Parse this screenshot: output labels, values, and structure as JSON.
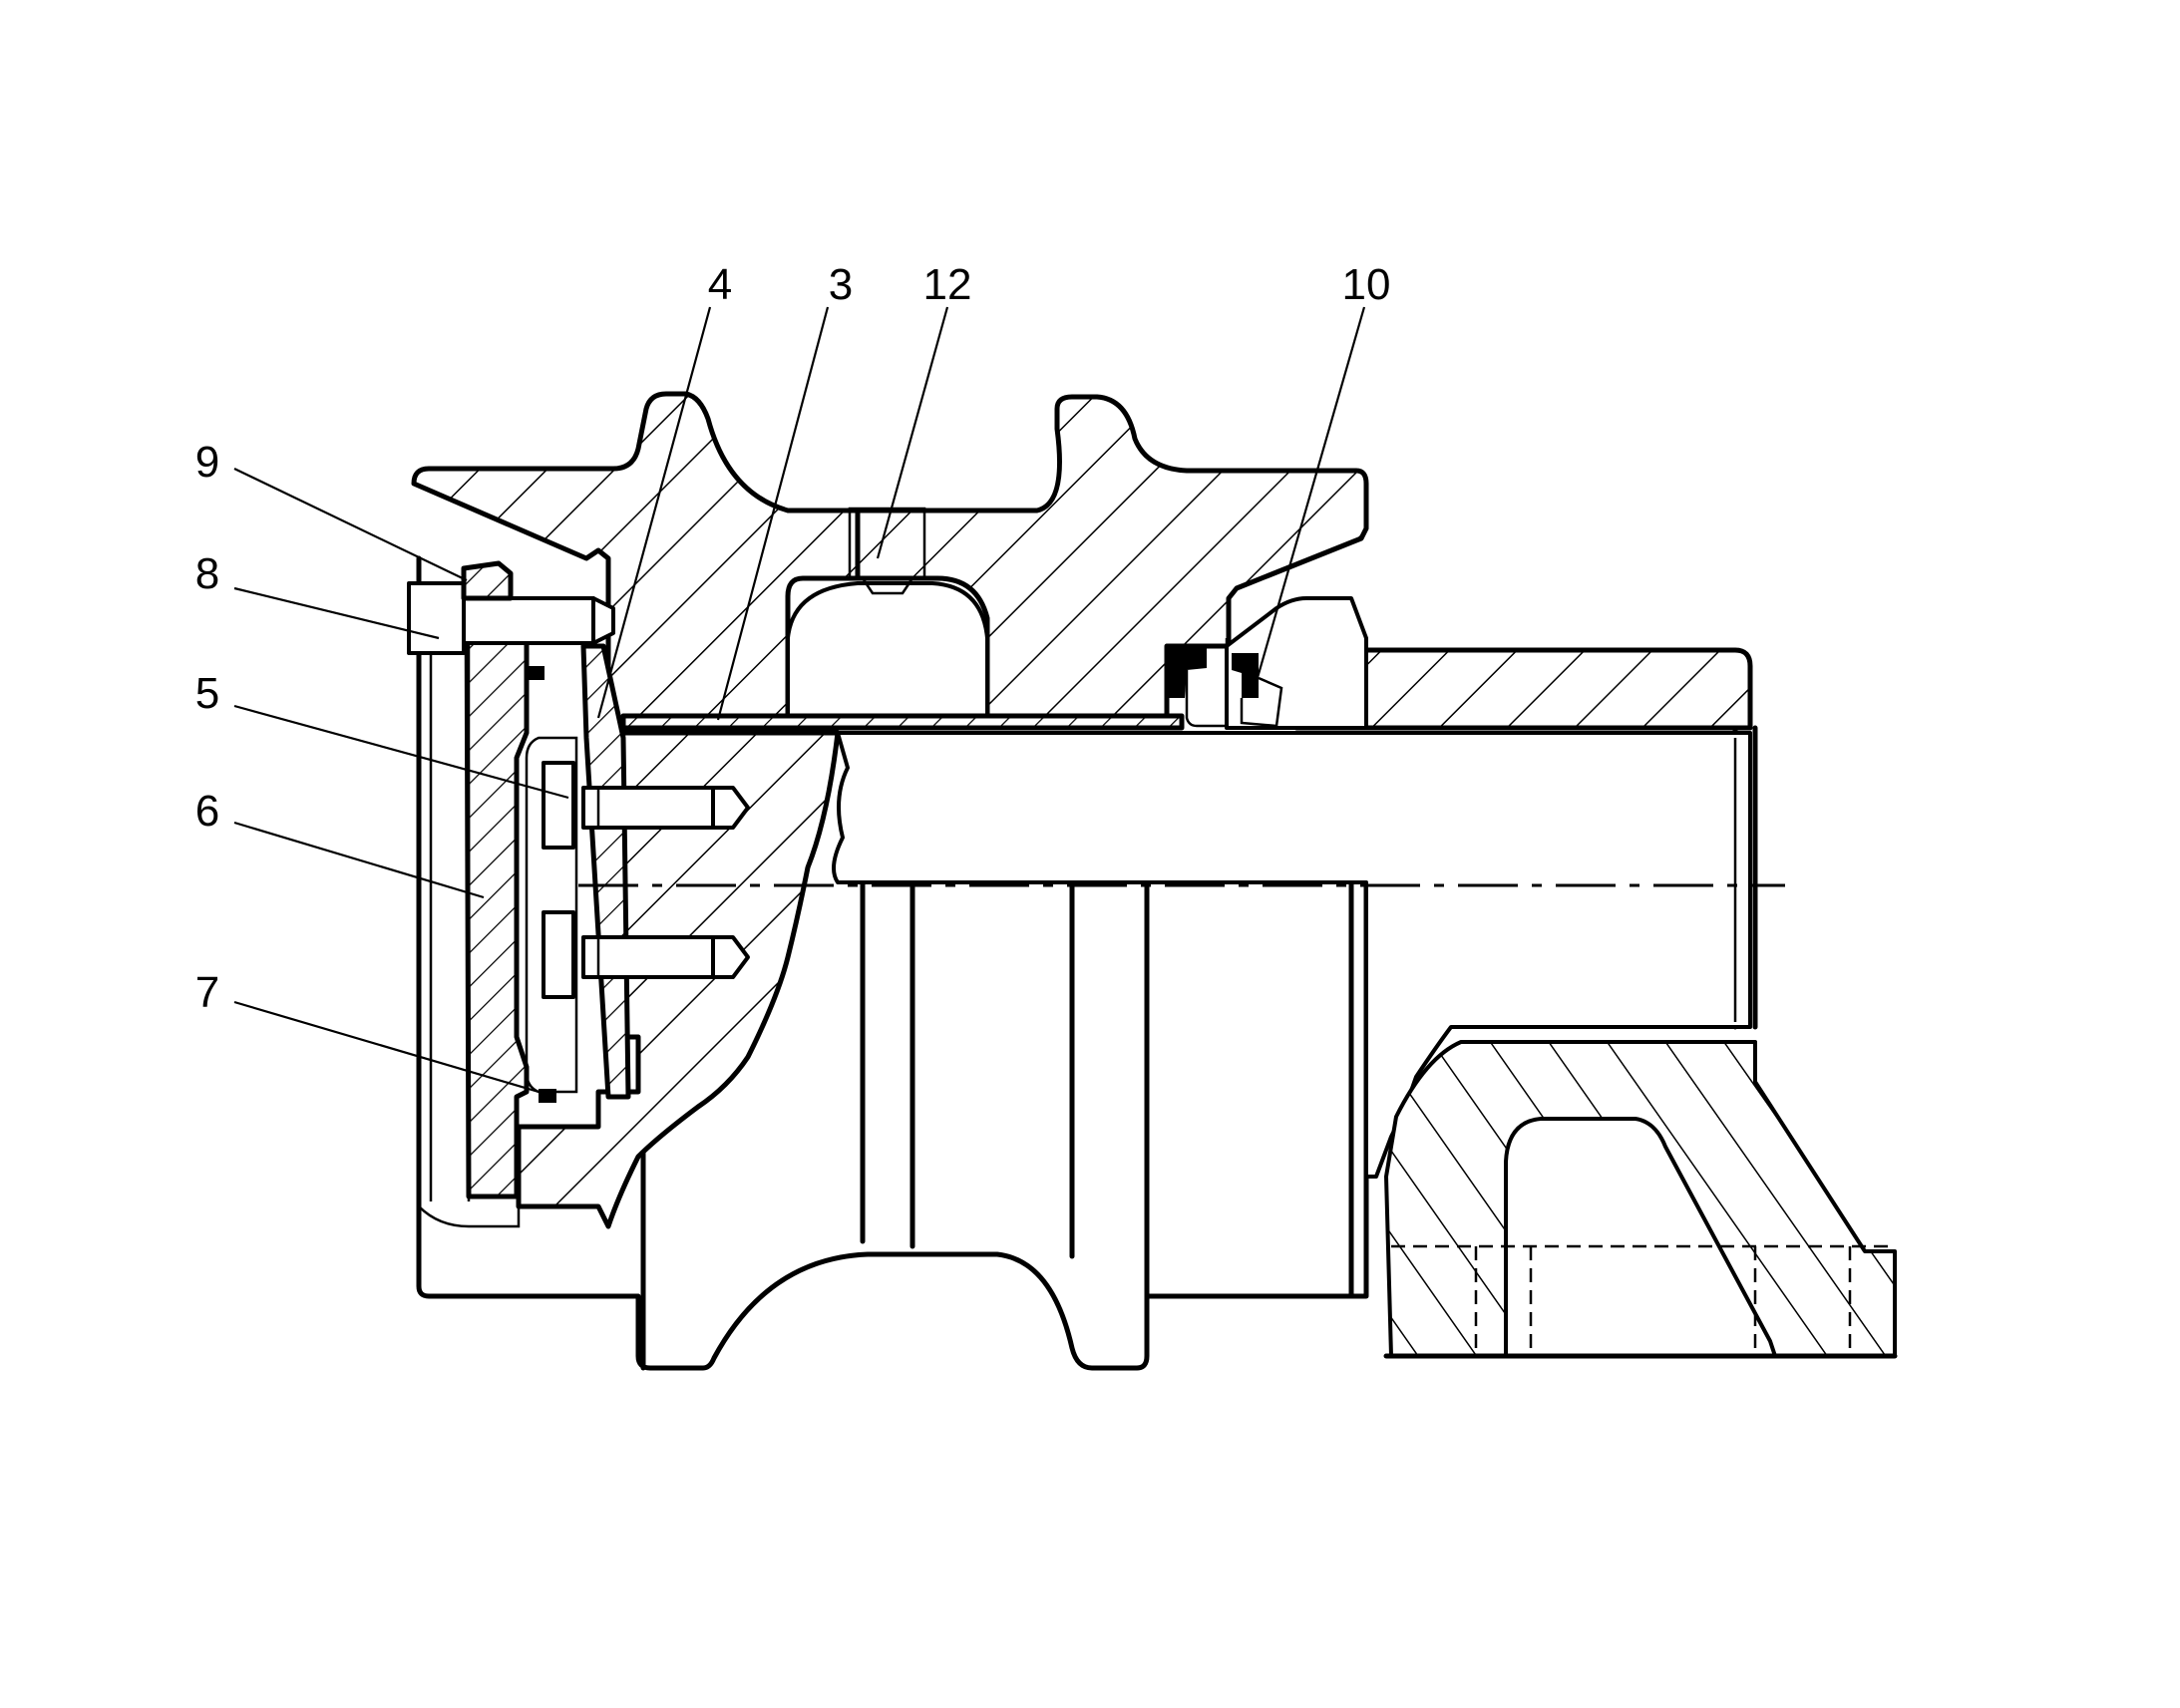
{
  "callouts": [
    {
      "id": "4",
      "label": "4"
    },
    {
      "id": "3",
      "label": "3"
    },
    {
      "id": "12",
      "label": "12"
    },
    {
      "id": "10",
      "label": "10"
    },
    {
      "id": "9",
      "label": "9"
    },
    {
      "id": "8",
      "label": "8"
    },
    {
      "id": "5",
      "label": "5"
    },
    {
      "id": "6",
      "label": "6"
    },
    {
      "id": "7",
      "label": "7"
    }
  ]
}
